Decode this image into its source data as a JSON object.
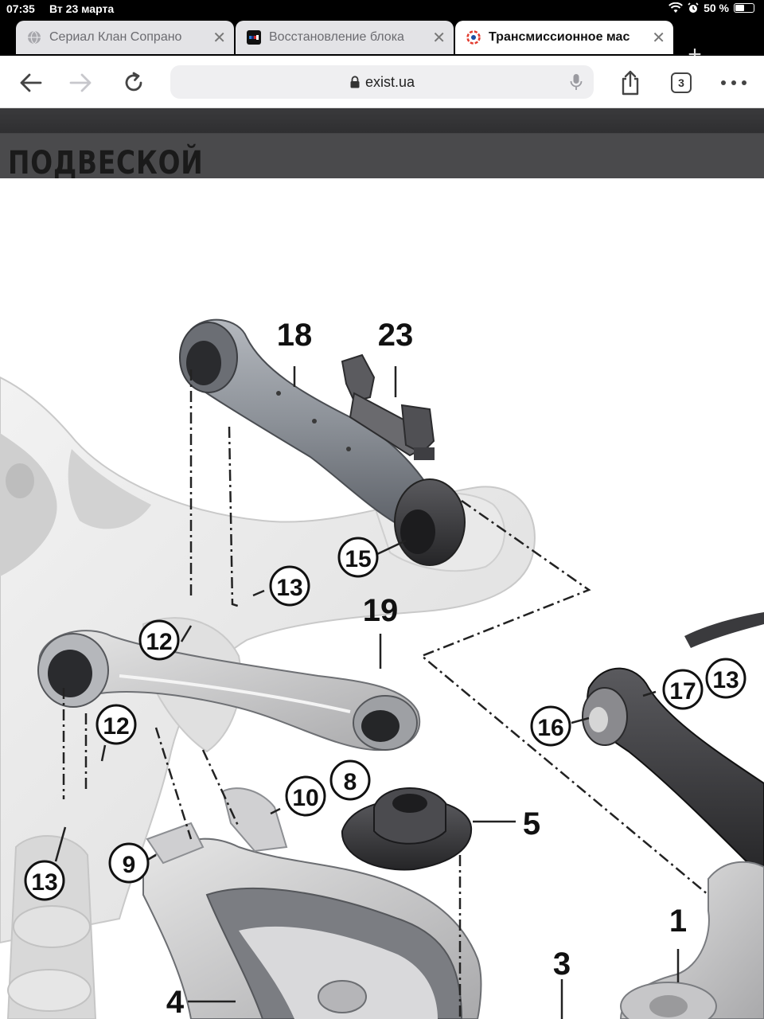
{
  "status": {
    "time": "07:35",
    "date": "Вт 23 марта",
    "battery": "50 %",
    "battery_level": 0.5
  },
  "tabs": [
    {
      "title": "Сериал Клан Сопрано",
      "icon": "globe-icon",
      "active": false
    },
    {
      "title": "Восстановление блока",
      "icon": "bmw-m-icon",
      "active": false
    },
    {
      "title": "Трансмиссионное мас",
      "icon": "exist-logo-icon",
      "active": true
    }
  ],
  "tab_close": "✕",
  "new_tab": "+",
  "address": {
    "url": "exist.ua"
  },
  "toolbar": {
    "tab_count": "3"
  },
  "page": {
    "heading": "ПОДВЕСКОЙ"
  },
  "diagram": {
    "labels": {
      "p18": "18",
      "p23": "23",
      "p15": "15",
      "p13a": "13",
      "p19": "19",
      "p12a": "12",
      "p12b": "12",
      "p17": "17",
      "p13b": "13",
      "p16": "16",
      "p10": "10",
      "p8": "8",
      "p5": "5",
      "p9": "9",
      "p13c": "13",
      "p1": "1",
      "p3": "3",
      "p4": "4"
    }
  }
}
